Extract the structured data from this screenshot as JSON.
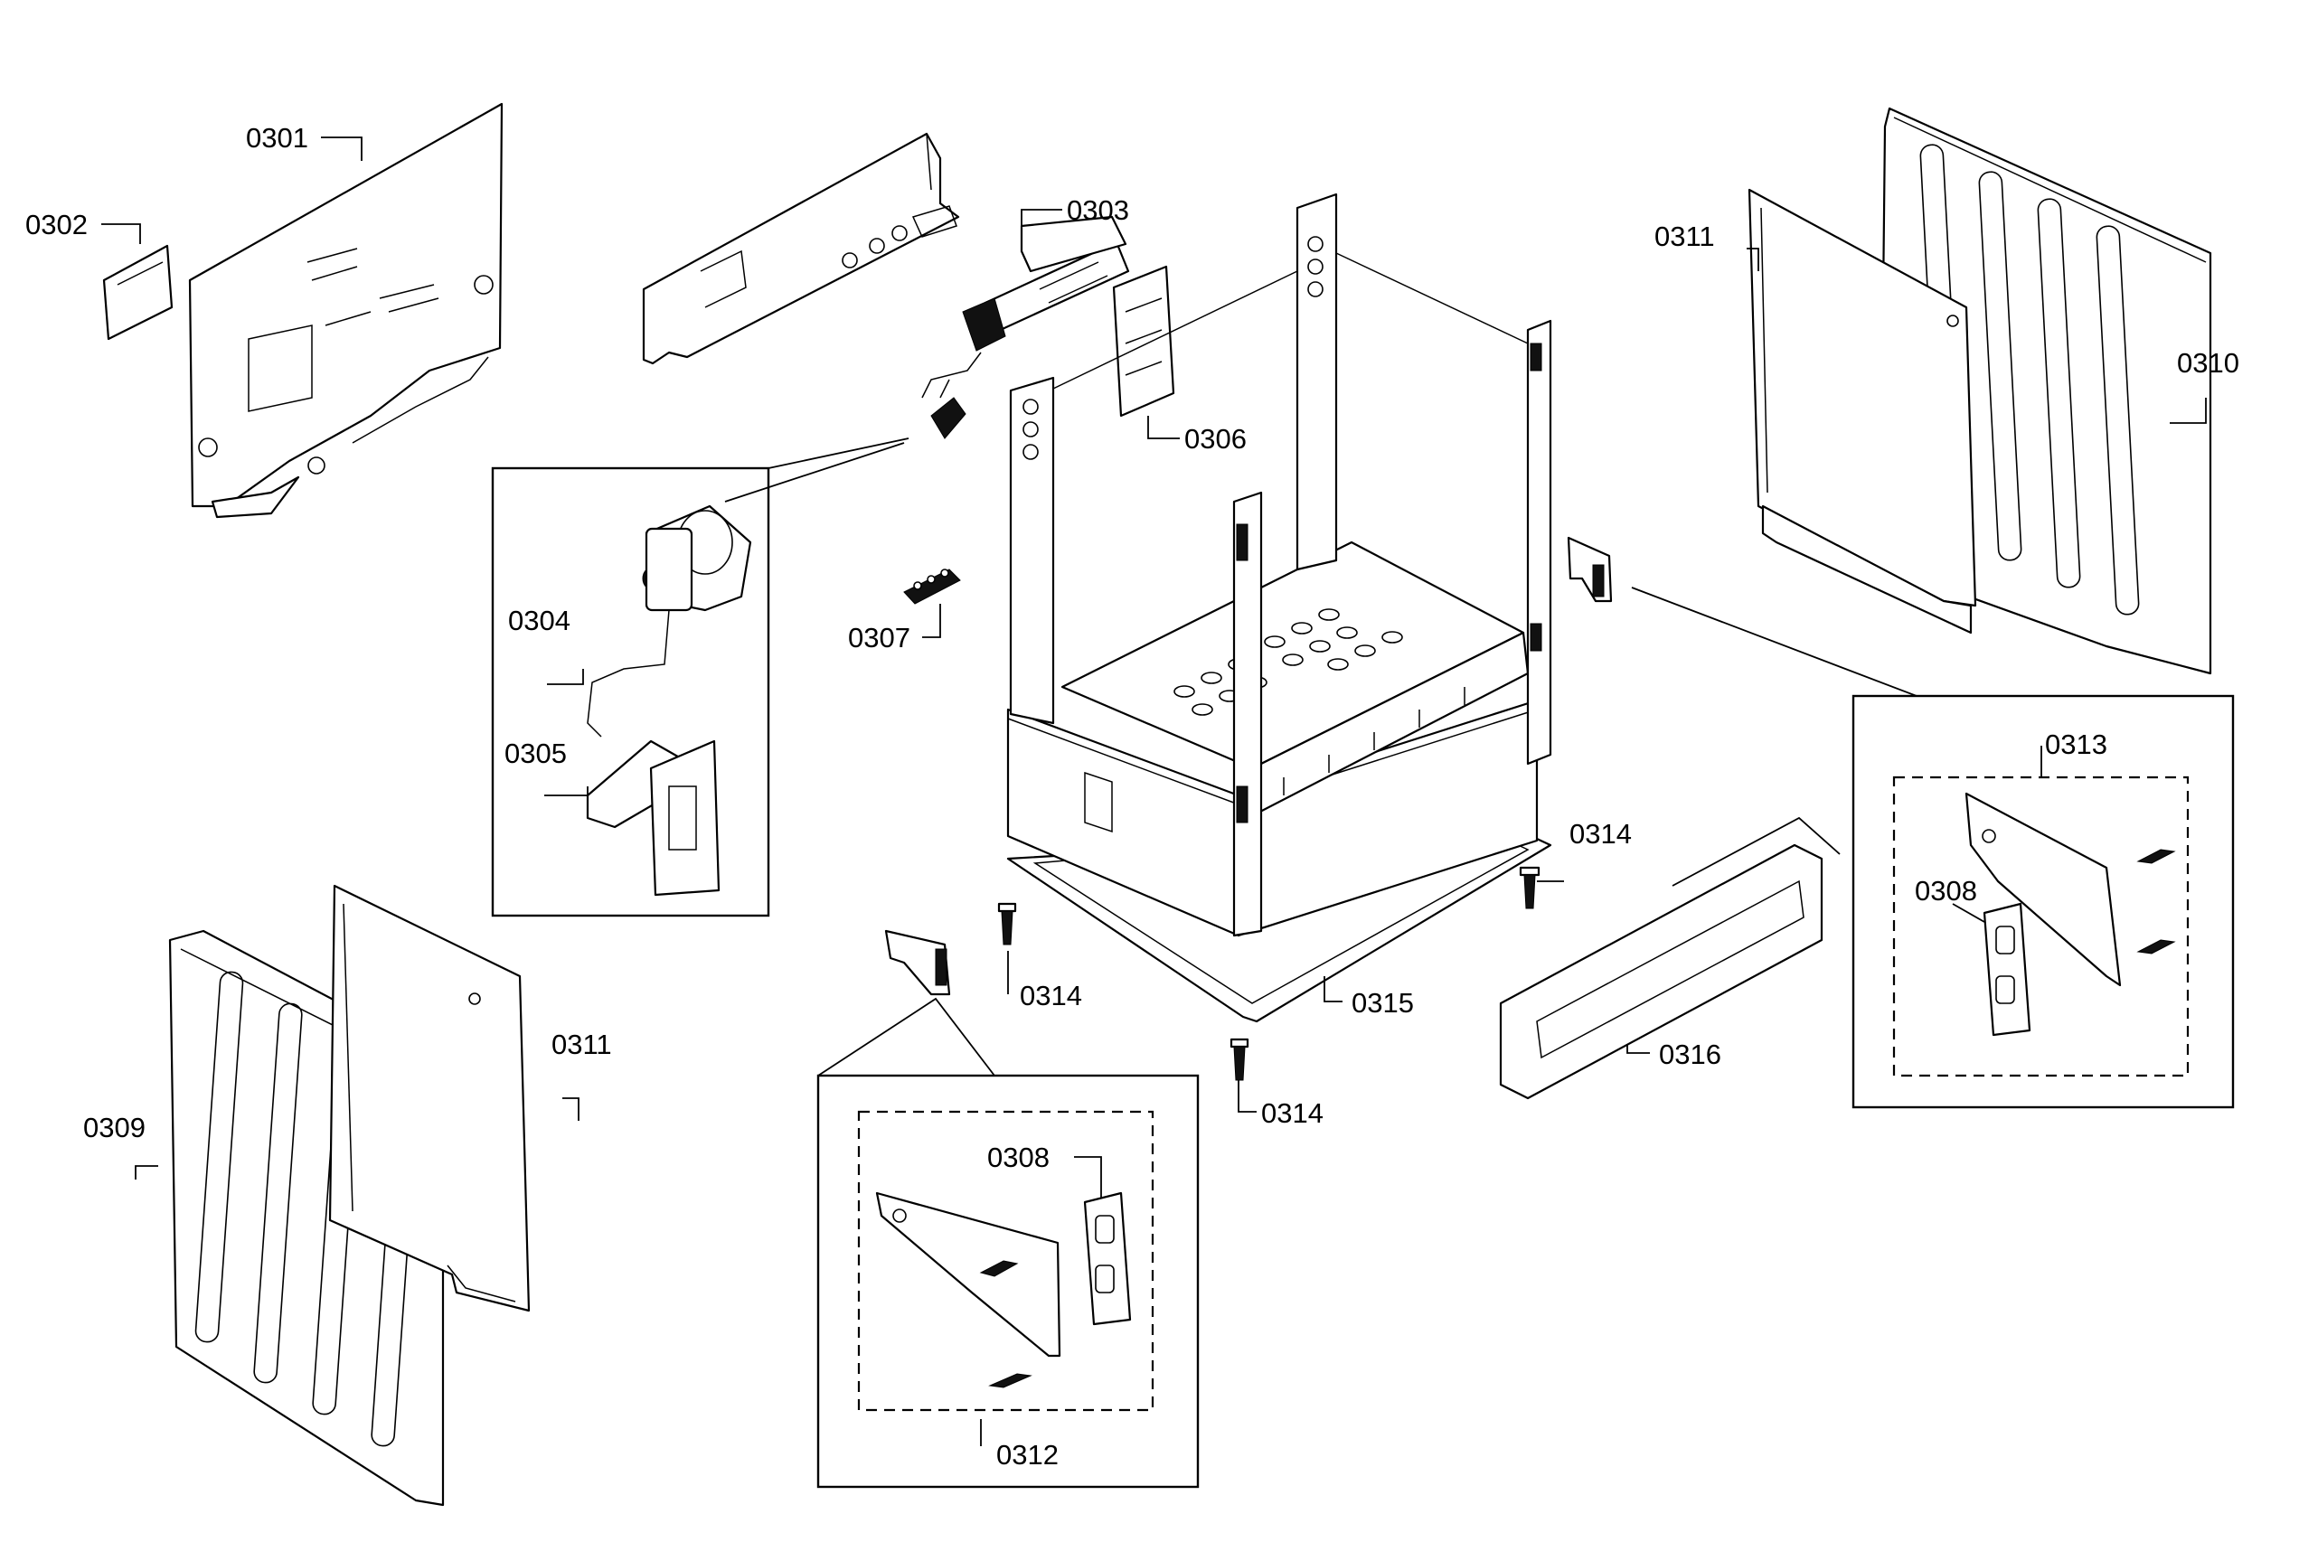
{
  "callouts": {
    "c0301": "0301",
    "c0302": "0302",
    "c0303": "0303",
    "c0304": "0304",
    "c0305": "0305",
    "c0306": "0306",
    "c0307": "0307",
    "c0308_right": "0308",
    "c0308_bottom": "0308",
    "c0309": "0309",
    "c0310": "0310",
    "c0311_top": "0311",
    "c0311_left": "0311",
    "c0312": "0312",
    "c0313": "0313",
    "c0314_a": "0314",
    "c0314_b": "0314",
    "c0314_c": "0314",
    "c0315": "0315",
    "c0316": "0316"
  },
  "colors": {
    "line": "#000000",
    "background": "#ffffff"
  }
}
